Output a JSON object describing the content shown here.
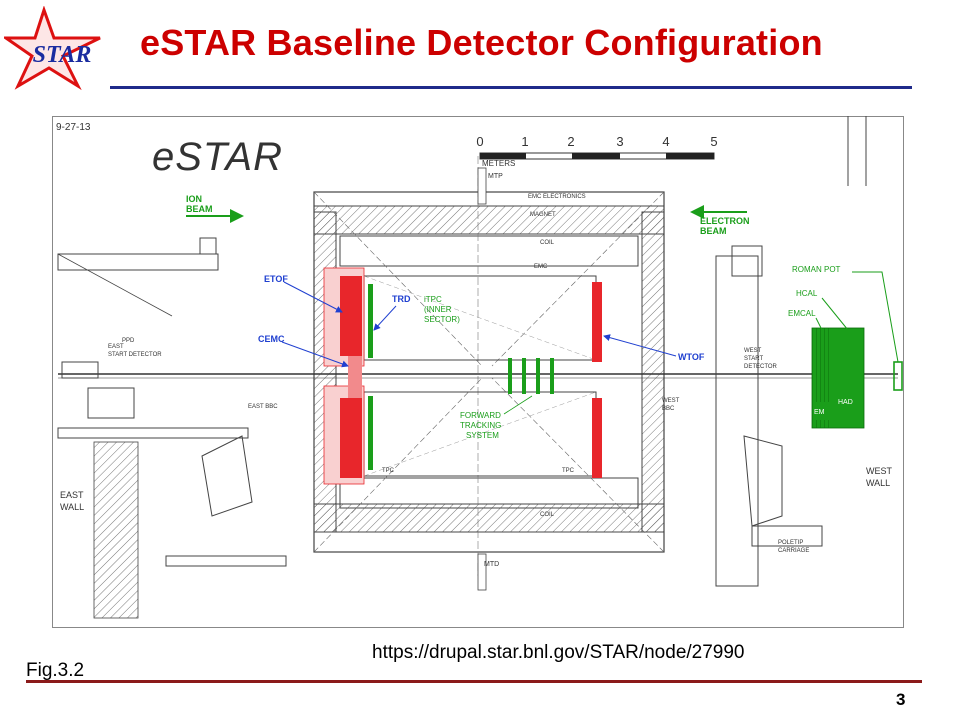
{
  "slide": {
    "title": "eSTAR Baseline Detector Configuration",
    "url": "https://drupal.star.bnl.gov/STAR/node/27990",
    "figure_label": "Fig.3.2",
    "page_number": "3"
  },
  "logo": {
    "text": "STAR"
  },
  "diagram": {
    "date": "9-27-13",
    "name": "eSTAR",
    "scale": {
      "label": "METERS",
      "ticks": [
        "0",
        "1",
        "2",
        "3",
        "4",
        "5"
      ]
    },
    "ion_beam": [
      "ION",
      "BEAM"
    ],
    "electron_beam": [
      "ELECTRON",
      "BEAM"
    ],
    "left_labels": {
      "etof": "ETOF",
      "cemc": "CEMC",
      "trd": "TRD",
      "itpc": [
        "iTPC",
        "(INNER",
        "SECTOR)"
      ]
    },
    "right_labels": {
      "wtof": "WTOF",
      "roman_pot": "ROMAN  POT",
      "hcal": "HCAL",
      "emcal": "EMCAL",
      "em": "EM",
      "had": "HAD"
    },
    "fts": [
      "FORWARD",
      "TRACKING",
      "SYSTEM"
    ],
    "layers": {
      "mtp": "MTP",
      "emc_electronics": "EMC ELECTRONICS",
      "magnet": "MAGNET",
      "coil": "COIL",
      "emc": "EMC",
      "tpc": "TPC",
      "mtd": "MTD"
    },
    "walls": {
      "east": [
        "EAST",
        "WALL"
      ],
      "west": [
        "WEST",
        "WALL"
      ]
    },
    "misc": {
      "ppd": "PPD",
      "east_start": [
        "EAST",
        "START DETECTOR"
      ],
      "west_start": [
        "WEST",
        "START",
        "DETECTOR"
      ],
      "east_bbc": "EAST BBC",
      "west_bbc": [
        "WEST",
        "BBC"
      ],
      "polepip": [
        "POLETIP",
        "CARRIAGE"
      ]
    },
    "colors": {
      "red": "#e8262b",
      "green": "#1a9e1a",
      "blue": "#2040d0",
      "ink": "#3a3a3a"
    }
  }
}
